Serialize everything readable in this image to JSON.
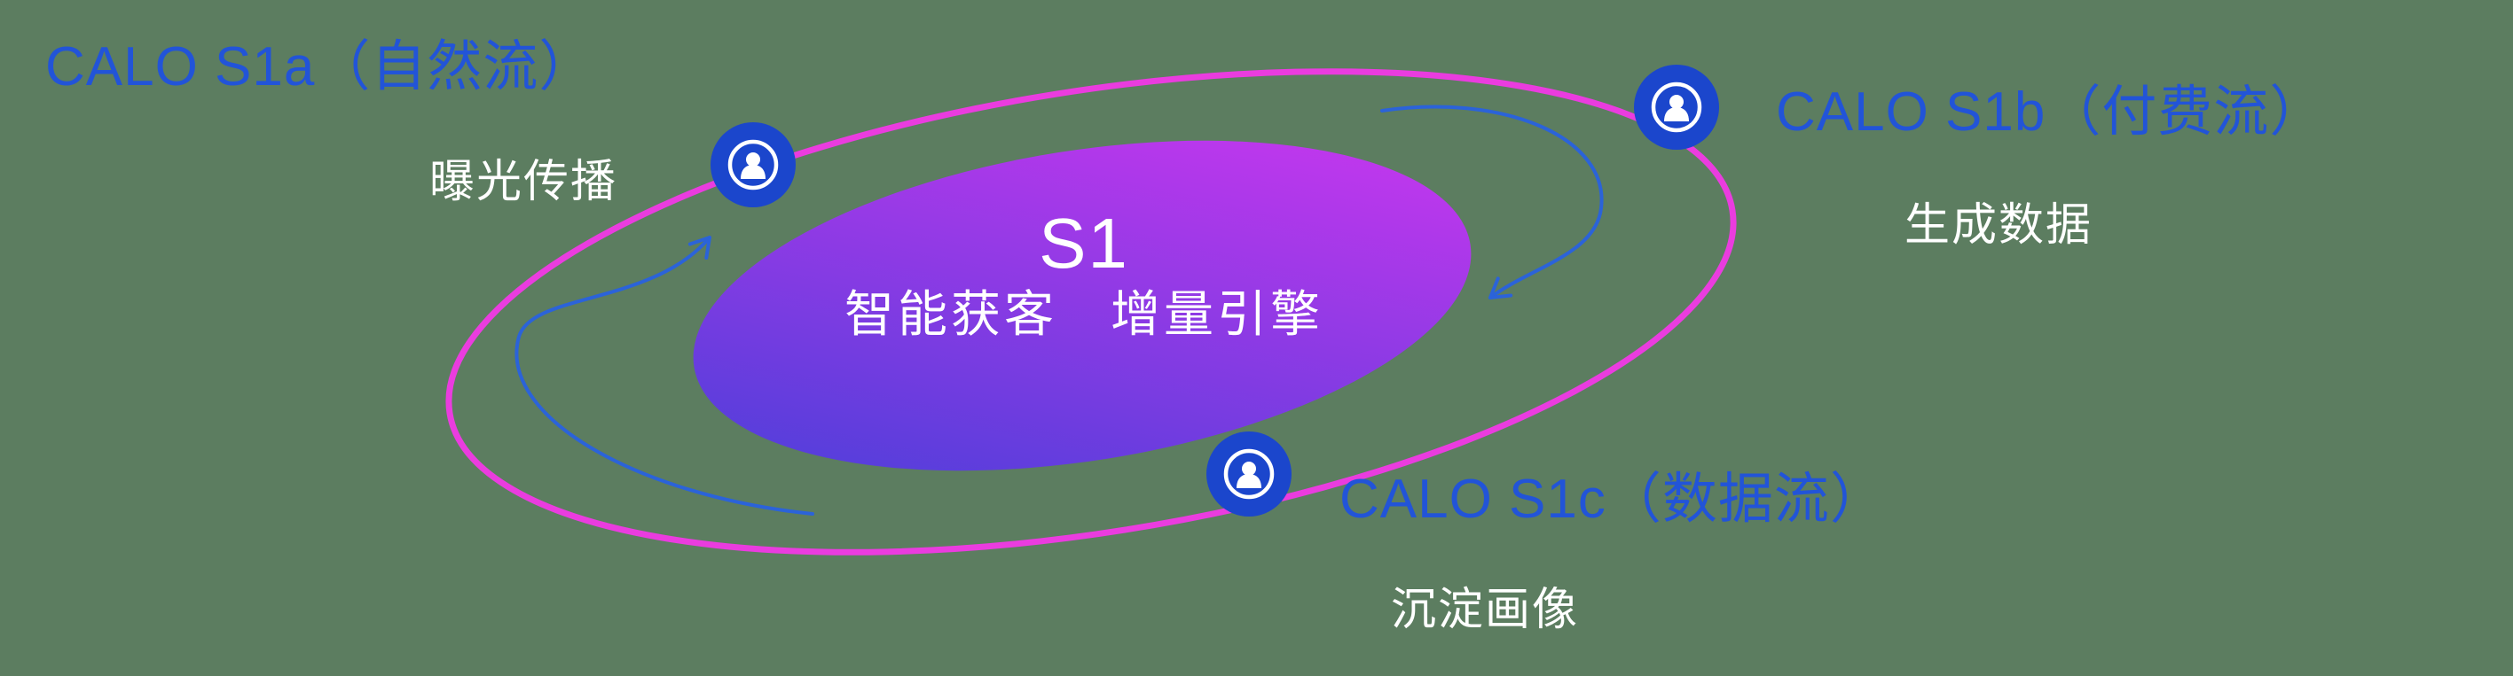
{
  "colors": {
    "background": "#5c7d60",
    "label-blue": "#2254d8",
    "node-blue": "#1b46cc",
    "node-icon": "#ffffff",
    "orbit-pink": "#ea3cdf",
    "arrow-blue": "#2b63d9",
    "core-grad-start": "#443fd8",
    "core-grad-end": "#d236f0",
    "text-white": "#ffffff"
  },
  "core": {
    "title": "S1",
    "subtitle": "智能获客　增量引擎"
  },
  "nodes": {
    "s1a": {
      "label": "CALO S1a（自然流）",
      "sublabel": "曝光传播"
    },
    "s1b": {
      "label": "CALO S1b（付费流）",
      "sublabel": "生成数据"
    },
    "s1c": {
      "label": "CALO S1c（数据流）",
      "sublabel": "沉淀画像"
    }
  }
}
